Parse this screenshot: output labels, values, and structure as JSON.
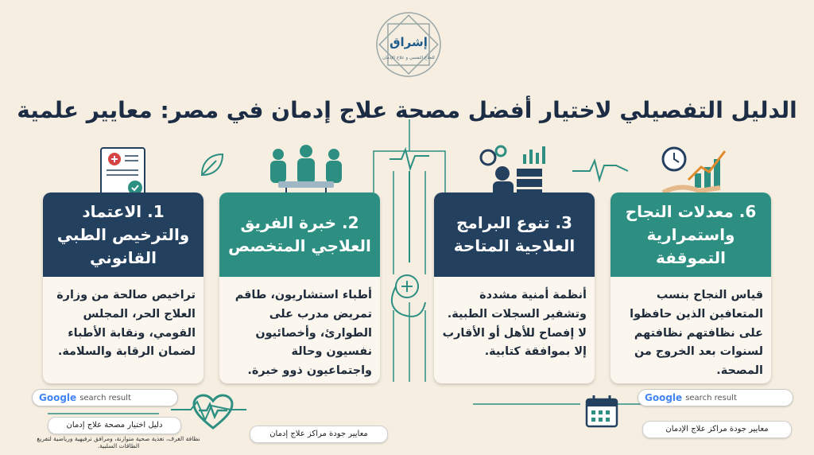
{
  "logo": {
    "name": "إشراق",
    "tagline": "للعلاج النفسي و علاج الإدمان"
  },
  "title": "الدليل التفصيلي لاختيار أفضل مصحة علاج إدمان في مصر: معايير علمية",
  "cards": [
    {
      "heading": "1. الاعتماد والترخيص الطبي القانوني",
      "body": "تراخيص صالحة من وزارة العلاج الحر، المجلس القومي، ونقابة الأطباء لضمان الرقابة والسلامة.",
      "color": "#23405f"
    },
    {
      "heading": "2. خبرة الفريق العلاجي المتخصص",
      "body": "أطباء استشاريون، طاقم تمريض مدرب على الطوارئ، وأخصائيون نفسيون وحالة واجتماعيون ذوو خبرة.",
      "color": "#2d8f82"
    },
    {
      "heading": "3. تنوع البرامج العلاجية المتاحة",
      "body": "أنظمة أمنية مشددة وتشفير السجلات الطبية. لا إفصاح للأهل أو الأقارب إلا بموافقة كتابية.",
      "color": "#23405f"
    },
    {
      "heading": "6. معدلات النجاح واستمرارية التموقفة",
      "body": "قياس النجاح بنسب المتعافين الذين حافظوا على نظافتهم نظافتهم لسنوات بعد الخروج من المصحة.",
      "color": "#2d8f82"
    }
  ],
  "searches": [
    {
      "brand": "Google",
      "text": "search result"
    },
    {
      "brand": "Google",
      "text": "search result"
    }
  ],
  "pills": [
    {
      "text": "دليل اختيار مصحة علاج إدمان"
    },
    {
      "text": "معايير جودة مراكز علاج إدمان"
    },
    {
      "text": "معايير جودة مراكز علاج الإدمان"
    }
  ],
  "note": "نظافة الغرف، تغذية صحية متوازنة، ومرافق ترفيهية ورياضية لتفريغ الطاقات السلبية.",
  "colors": {
    "background": "#f6efe1",
    "navy": "#23405f",
    "teal": "#2d8f82",
    "line": "#2d8f82"
  }
}
